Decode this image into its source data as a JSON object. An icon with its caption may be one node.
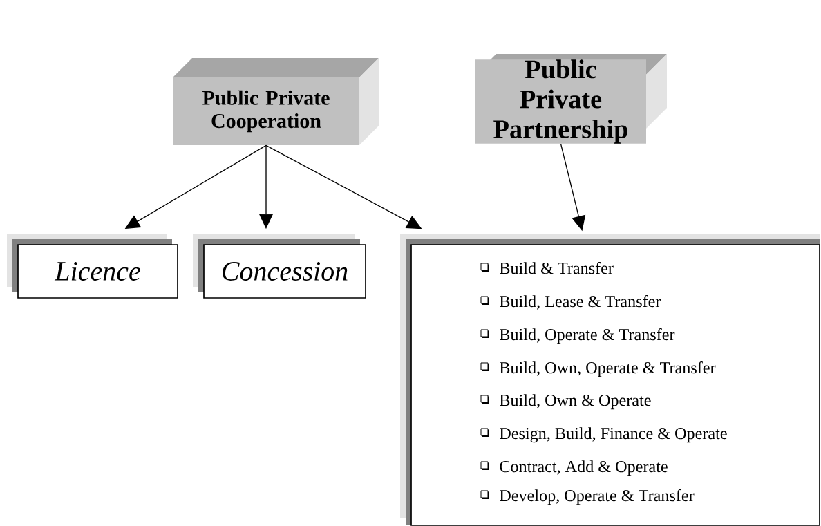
{
  "diagram": {
    "nodes": [
      {
        "text": [
          "Public Private Cooperation"
        ]
      },
      {
        "text": [
          "Public Private Partnership"
        ]
      },
      {
        "text": [
          "Licence"
        ]
      },
      {
        "text": [
          "Concession"
        ]
      },
      {
        "text": [
          "Build & Transfer",
          "Build, Lease & Transfer",
          "Build, Operate & Transfer",
          "Build, Own, Operate & Transfer",
          "Build, Own & Operate",
          "Design, Build, Finance & Operate",
          "Contract, Add & Operate",
          "Develop, Operate & Transfer"
        ]
      }
    ],
    "edges": [
      {
        "from": 0,
        "to": 2,
        "arrow": "to"
      },
      {
        "from": 0,
        "to": 3,
        "arrow": "to"
      },
      {
        "from": 0,
        "to": 4,
        "arrow": "to"
      },
      {
        "from": 1,
        "to": 4,
        "arrow": "to"
      }
    ]
  }
}
